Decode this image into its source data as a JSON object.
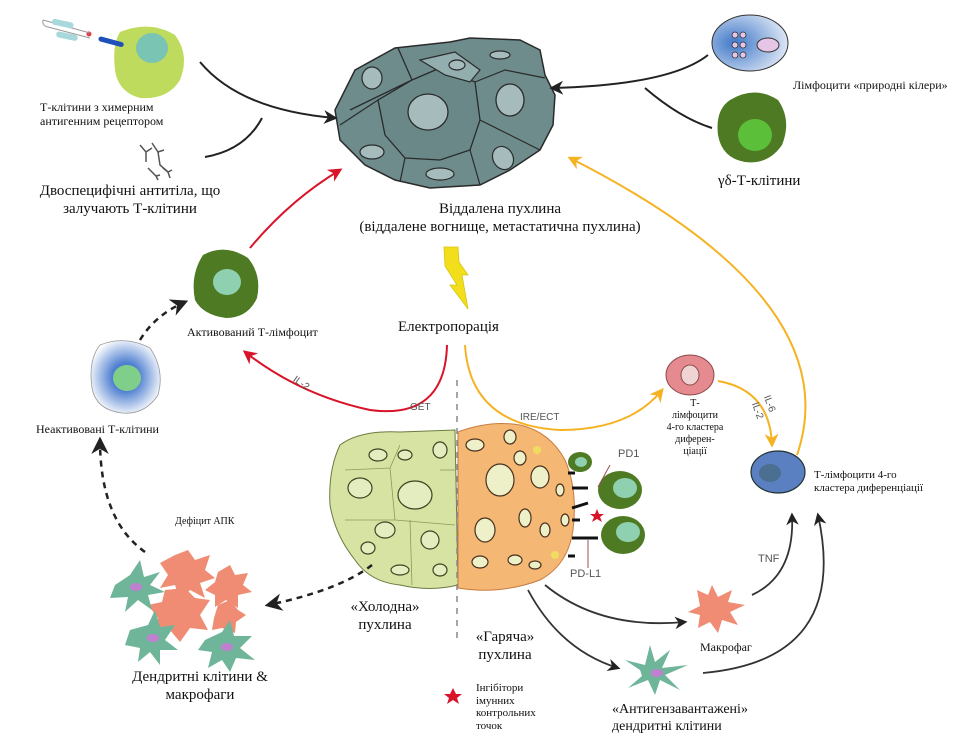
{
  "figure": {
    "title": "Електропорація та імунна відповідь на пухлину"
  },
  "labels": {
    "car_t": "Т-клітини з химерним\nантигенним рецептором",
    "bispecific": "Двоспецифічні антитіла, що\nзалучають Т-клітини",
    "distant_tumor_line1": "Віддалена пухлина",
    "distant_tumor_line2": "(віддалене вогнище, метастатична пухлина)",
    "nk_cells": "Лімфоцити «природні кілери»",
    "gd_t_cells": "γδ-Т-клітини",
    "activated_t": "Активований Т-лімфоцит",
    "electroporation": "Електропорація",
    "inactive_t": "Неактивовані  Т-клітини",
    "il2": "IL-2",
    "get": "GET",
    "ire_ect": "IRE/ECT",
    "cd4_small": "Т-\nлімфоцити\n4-го кластера\nдиферен-\nціації",
    "il6": "IL-6",
    "il2_b": "IL-2",
    "cd4_large": "Т-лімфоцити  4-го\nкластера диференціації",
    "pd1": "PD1",
    "pd_l1": "PD-L1",
    "apc_deficit": "Дефіцит АПК",
    "cold_tumor": "«Холодна»\nпухлина",
    "hot_tumor": "«Гаряча»\nпухлина",
    "dendritic_macro": "Дендритні клітини &\nмакрофаги",
    "checkpoint_inhibitors": "Інгібітори\nімунних\nконтрольних\nточок",
    "tnf": "TNF",
    "macrophage": "Макрофаг",
    "antigen_loaded_dc": "«Антигензавантажені»\nдендритні клітини"
  },
  "colors": {
    "red_arrow": "#d9142a",
    "yellow_arrow": "#f5b324",
    "black_arrow": "#222222",
    "tumor_grey": "#6e8c8c",
    "cold_tumor": "#d7e3a3",
    "hot_tumor": "#f4b774",
    "t_cell_green": "#4d7a22",
    "nucleus_teal": "#8fd0b0",
    "macrophage": "#f08c74",
    "dendritic": "#6fb59a",
    "cd4_pink": "#e58a8e",
    "cd4_blue": "#5b80c2",
    "bolt": "#f2de1a",
    "star": "#d9142a"
  }
}
